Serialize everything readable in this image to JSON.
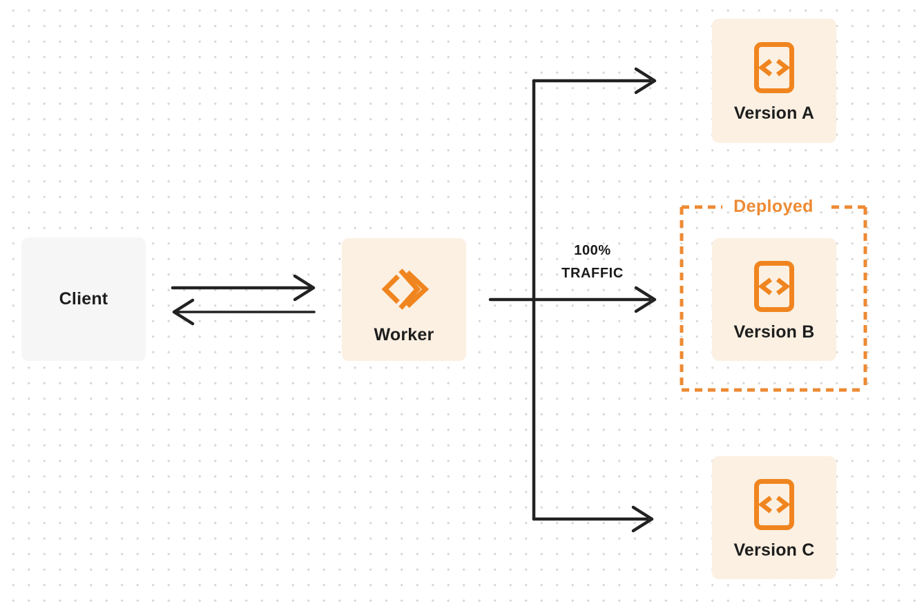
{
  "diagram": {
    "description": "Worker traffic routing diagram",
    "nodes": {
      "client": {
        "label": "Client"
      },
      "worker": {
        "label": "Worker",
        "icon": "workers-logo-icon"
      },
      "version_a": {
        "label": "Version A",
        "icon": "code-file-icon"
      },
      "version_b": {
        "label": "Version B",
        "icon": "code-file-icon"
      },
      "version_c": {
        "label": "Version C",
        "icon": "code-file-icon"
      }
    },
    "annotations": {
      "deployed": {
        "label": "Deployed",
        "applies_to": "Version B"
      },
      "traffic": {
        "line1": "100%",
        "line2": "TRAFFIC",
        "applies_to": "edge worker to Version B"
      }
    },
    "edges": [
      "client to worker (request arrow, right)",
      "worker to client (response arrow, left)",
      "worker to Version A",
      "worker to Version B (100% TRAFFIC)",
      "worker to Version C"
    ],
    "colors": {
      "accent_orange": "#f0851f",
      "deployed_orange": "#ed8a33",
      "arrow_dark": "#222222",
      "cream_node_bg": "#fbf0e2",
      "client_node_bg": "#f6f6f7",
      "text_dark": "#1e1e1e",
      "dot_grid": "#d9d9d9",
      "page_bg": "#ffffff"
    }
  }
}
